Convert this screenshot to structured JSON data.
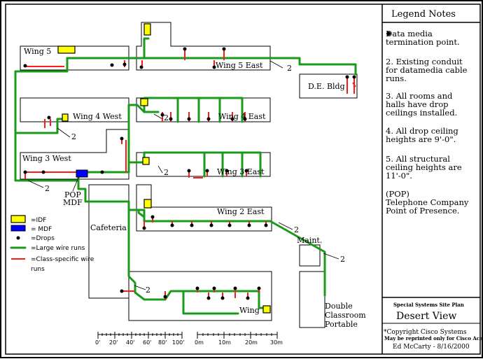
{
  "legend_notes_header": "Legend Notes",
  "notes": [
    [
      "● Data media",
      "termination point."
    ],
    [
      "2. Existing conduit",
      "for datamedia cable",
      "runs."
    ],
    [
      "3. All rooms and",
      "halls have drop",
      "ceilings installed."
    ],
    [
      "4. All drop ceiling",
      "heights are 9'-0\"."
    ],
    [
      "5. All structural",
      "ceiling heights are",
      "11'-0\"."
    ],
    [
      "(POP)",
      "Telephone Company",
      "Point of Presence."
    ]
  ],
  "title_block": {
    "plan_type": "Special Systems Site Plan",
    "site_name": "Desert View",
    "copyright": "*Copyright Cisco Systems",
    "reproduction": "May be reprinted only for Cisco Academy",
    "author_date": "Ed McCarty - 8/16/2000"
  },
  "rooms": {
    "wing5": "Wing 5",
    "wing5_east": "Wing 5 East",
    "de_bldg": "D.E. Bldg",
    "wing4_west": "Wing 4 West",
    "wing4_east": "Wing 4 East",
    "wing3_west": "Wing 3 West",
    "wing3_east": "Wing 3 East",
    "wing2_east": "Wing 2 East",
    "cafeteria": "Cafeteria",
    "maint": "Maint.",
    "wing": "Wing",
    "double_classroom": [
      "Double",
      "Classroom",
      "Portable"
    ],
    "pop": "POP",
    "mdf": "MDF"
  },
  "conduit_label": "2",
  "legend": {
    "idf": "=IDF",
    "mdf": "= MDF",
    "drops": "=Drops",
    "large": "=Large wire runs",
    "class_specific": [
      "=Class-specific wire",
      "runs"
    ]
  },
  "scale_feet": [
    "0'",
    "20'",
    "40'",
    "60'",
    "80'",
    "100'"
  ],
  "scale_meters": [
    "0m",
    "10m",
    "20m",
    "30m"
  ],
  "colors": {
    "large_wire": "#1a9a1a",
    "class_wire": "#ff1a1a",
    "idf": "#ffff00",
    "mdf": "#0000ff"
  }
}
